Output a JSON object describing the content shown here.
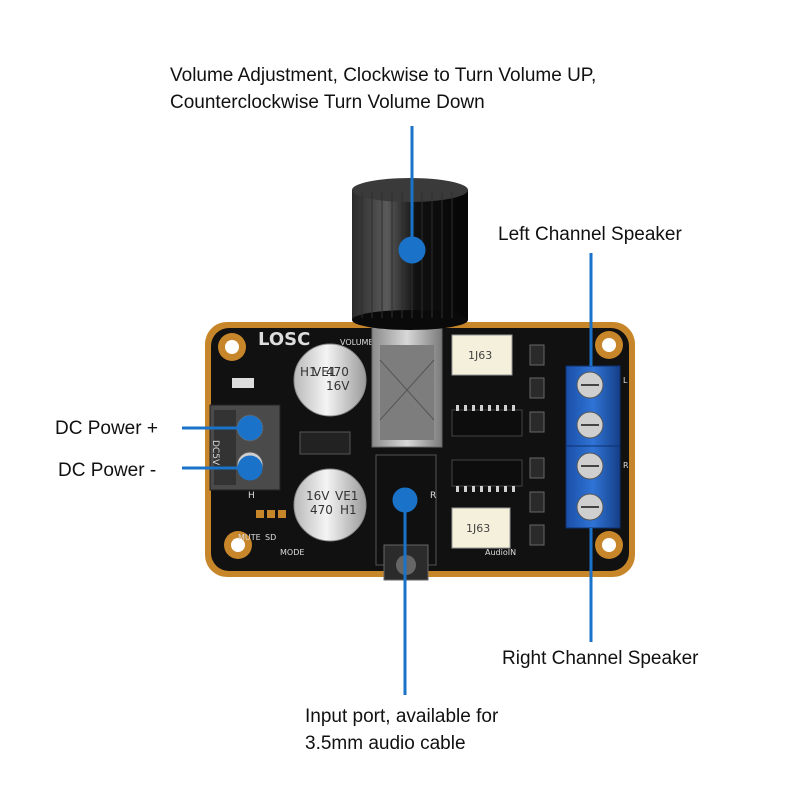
{
  "annotations": {
    "volume_line1": "Volume Adjustment, Clockwise to Turn Volume UP,",
    "volume_line2": "Counterclockwise Turn Volume Down",
    "left_channel": "Left Channel Speaker",
    "right_channel": "Right Channel Speaker",
    "dc_power_plus": "DC Power +",
    "dc_power_minus": "DC Power -",
    "input_line1": "Input port, available for",
    "input_line2": "3.5mm audio cable"
  },
  "board_silkscreen": {
    "brand": "LOSC",
    "volume": "VOLUME",
    "cap_top": [
      "H1",
      "VE1",
      "470",
      "16V"
    ],
    "cap_bottom": [
      "16V",
      "470",
      "VE1",
      "H1"
    ],
    "inductor": "1J63",
    "dc_label": "DC5V",
    "l_mark": "L",
    "r_mark": "R",
    "h_mark": "H",
    "audio_in": "AudioIN",
    "mute": "MUTE",
    "sd": "SD",
    "mode": "MODE"
  },
  "colors": {
    "callout": "#1a73c9",
    "pcb": "#111111",
    "pcb_edge": "#c8862a",
    "terminal_blue": "#1d5fbf",
    "knob": "#161616"
  }
}
